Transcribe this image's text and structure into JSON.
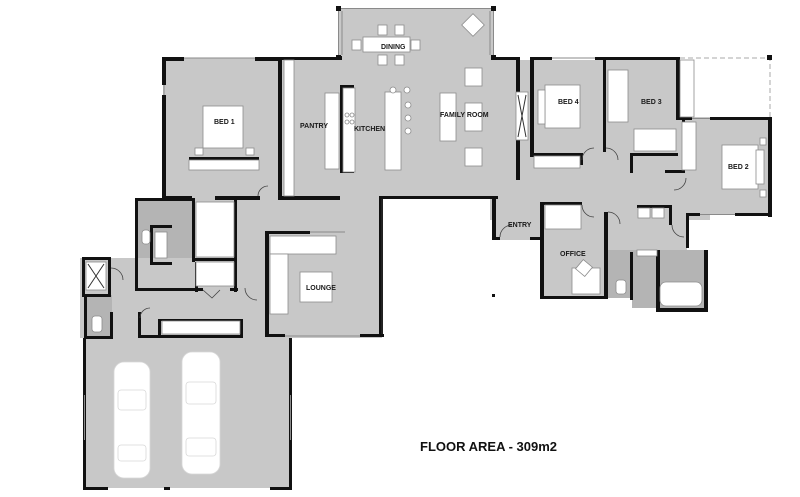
{
  "plan": {
    "title": "FLOOR AREA - 309m2",
    "floor_area_value": "309",
    "floor_area_unit": "m2"
  },
  "rooms": {
    "dining": "DINING",
    "kitchen": "KITCHEN",
    "pantry": "PANTRY",
    "family_room": "FAMILY ROOM",
    "bed1": "BED 1",
    "bed2": "BED 2",
    "bed3": "BED 3",
    "bed4": "BED 4",
    "lounge": "LOUNGE",
    "office": "OFFICE",
    "entry": "ENTRY"
  },
  "colors": {
    "floor": "#c8c8c8",
    "wet_area": "#b4b4b4",
    "wall": "#111111",
    "furniture": "#ffffff",
    "background": "#ffffff"
  },
  "garage": {
    "cars": 2
  }
}
